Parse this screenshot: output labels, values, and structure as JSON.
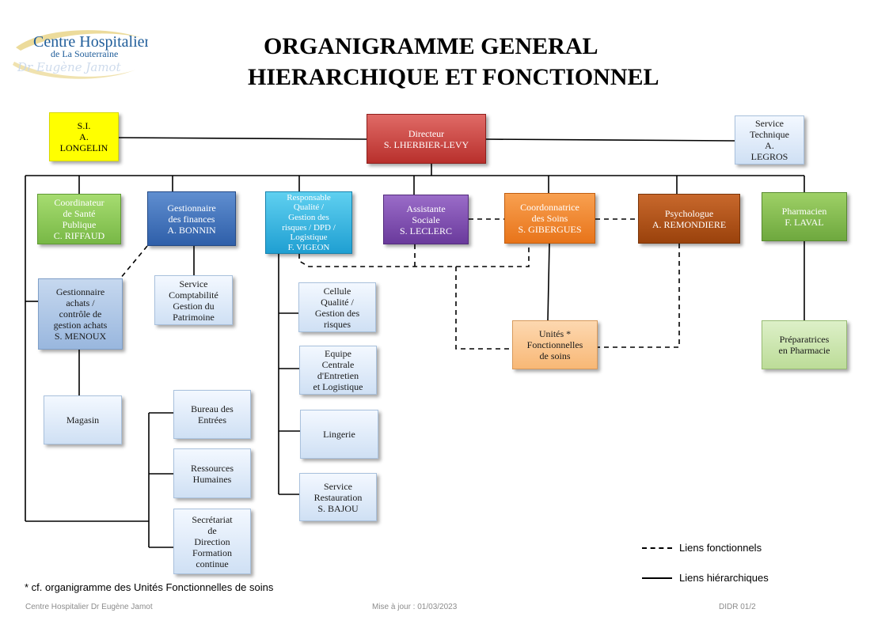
{
  "logo": {
    "line1": "Centre Hospitalier",
    "line2": "de La Souterraine",
    "signature": "Dr Eugène Jamot"
  },
  "title": {
    "line1": "ORGANIGRAMME GENERAL",
    "line2": "HIERARCHIQUE ET FONCTIONNEL"
  },
  "colors": {
    "yellow": "#ffff00",
    "red": "#c0312f",
    "green": "#7ab648",
    "blue": "#3366b3",
    "cyan": "#22a8d8",
    "purple": "#7040a0",
    "orange": "#ee7a1c",
    "brown": "#a0460e",
    "peach": "#fbc48e",
    "pale_green": "#c7e3a8",
    "light_blue": "#a9c4e5"
  },
  "boxes": {
    "si": [
      "S.I.",
      "A.",
      "LONGELIN"
    ],
    "directeur": [
      "Directeur",
      "S. LHERBIER-LEVY"
    ],
    "service_technique": [
      "Service",
      "Technique",
      "A.",
      "LEGROS"
    ],
    "coordinateur_sante": [
      "Coordinateur",
      "de Santé",
      "Publique",
      "C. RIFFAUD"
    ],
    "gestionnaire_finances": [
      "Gestionnaire",
      "des finances",
      "A. BONNIN"
    ],
    "responsable_qualite": [
      "Responsable",
      "Qualité /",
      "Gestion des",
      "risques / DPD /",
      "Logistique",
      "F. VIGEON"
    ],
    "assistante_sociale": [
      "Assistante",
      "Sociale",
      "S. LECLERC"
    ],
    "coordonnatrice_soins": [
      "Coordonnatrice",
      "des Soins",
      "S. GIBERGUES"
    ],
    "psychologue": [
      "Psychologue",
      "A. REMONDIERE"
    ],
    "pharmacien": [
      "Pharmacien",
      "F. LAVAL"
    ],
    "gestionnaire_achats": [
      "Gestionnaire",
      "achats /",
      "contrôle de",
      "gestion achats",
      "S. MENOUX"
    ],
    "service_comptabilite": [
      "Service",
      "Comptabilité",
      "Gestion du",
      "Patrimoine"
    ],
    "cellule_qualite": [
      "Cellule",
      "Qualité /",
      "Gestion des",
      "risques"
    ],
    "equipe_centrale": [
      "Equipe",
      "Centrale",
      "d'Entretien",
      "et Logistique"
    ],
    "lingerie": [
      "Lingerie"
    ],
    "service_restauration": [
      "Service",
      "Restauration",
      "S. BAJOU"
    ],
    "unites_fonctionnelles": [
      "Unités *",
      "Fonctionnelles",
      "de soins"
    ],
    "preparatrices": [
      "Préparatrices",
      "en Pharmacie"
    ],
    "magasin": [
      "Magasin"
    ],
    "bureau_entrees": [
      "Bureau des",
      "Entrées"
    ],
    "ressources_humaines": [
      "Ressources",
      "Humaines"
    ],
    "secretariat": [
      "Secrétariat",
      "de",
      "Direction",
      "Formation",
      "continue"
    ]
  },
  "footnote": "* cf. organigramme des Unités Fonctionnelles de soins",
  "legend": {
    "functional": "Liens fonctionnels",
    "hierarchical": "Liens hiérarchiques"
  },
  "footer": {
    "left": "Centre Hospitalier Dr Eugène Jamot",
    "center": "Mise à jour : 01/03/2023",
    "right": "DIDR 01/2"
  }
}
